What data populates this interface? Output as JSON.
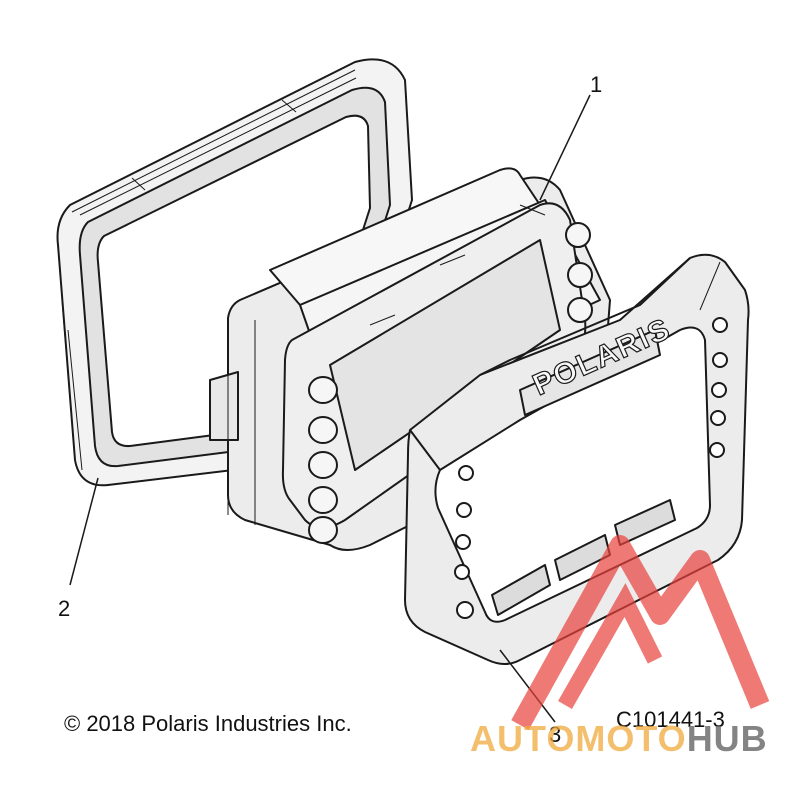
{
  "callouts": {
    "one": "1",
    "two": "2",
    "three": "3"
  },
  "footer": {
    "copyright": "© 2018 Polaris Industries Inc.",
    "drawing_id": "C101441-3"
  },
  "bezel_brand": "POLARIS",
  "watermark": {
    "part1": "AUTO",
    "part2": "MOTO",
    "part3": "HUB"
  },
  "colors": {
    "line": "#1a1a1a",
    "fill": "#f2f2f2",
    "shade": "#d9d9d9",
    "watermark_red": "#e8413c",
    "watermark_orange": "#f0aa3c",
    "watermark_gray": "#6e6e6e"
  }
}
